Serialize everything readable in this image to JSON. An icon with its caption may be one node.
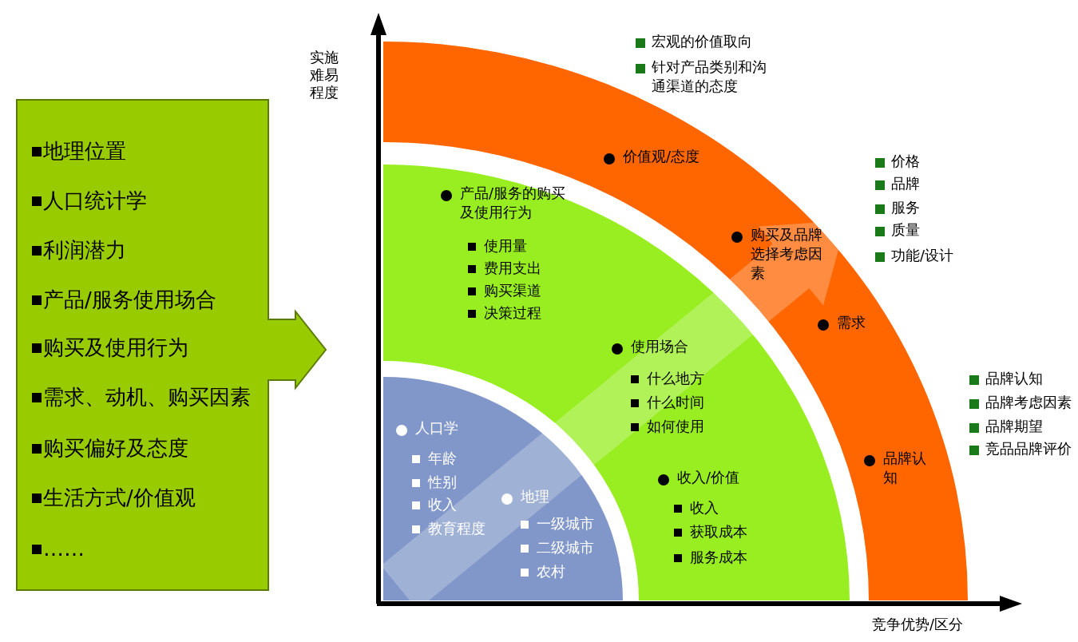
{
  "diagram": {
    "nodes": [
      {
        "text": [
          "地理位置",
          "人口统计学",
          "利润潜力",
          "产品/服务使用场合",
          "购买及使用行为",
          "需求、动机、购买因素",
          "购买偏好及态度",
          "生活方式/价值观",
          "……"
        ]
      },
      {
        "text": [
          "价值观/态度",
          "购买及品牌选择考虑因素",
          "需求",
          "品牌认知"
        ]
      },
      {
        "text": [
          "产品/服务的购买及使用行为",
          "使用量",
          "费用支出",
          "购买渠道",
          "决策过程",
          "使用场合",
          "什么地方",
          "什么时间",
          "如何使用",
          "收入/价值",
          "收入",
          "获取成本",
          "服务成本"
        ]
      },
      {
        "text": [
          "人口学",
          "年龄",
          "性别",
          "收入",
          "教育程度",
          "地理",
          "一级城市",
          "二级城市",
          "农村"
        ]
      }
    ],
    "labels": [
      "宏观的价值取向",
      "针对产品类别和沟通渠道的态度",
      "实施难易程度",
      "价格",
      "品牌",
      "服务",
      "质量",
      "功能/设计",
      "品牌认知",
      "品牌考虑因素",
      "品牌期望",
      "竞品品牌评价",
      "竞争优势/区分"
    ]
  }
}
